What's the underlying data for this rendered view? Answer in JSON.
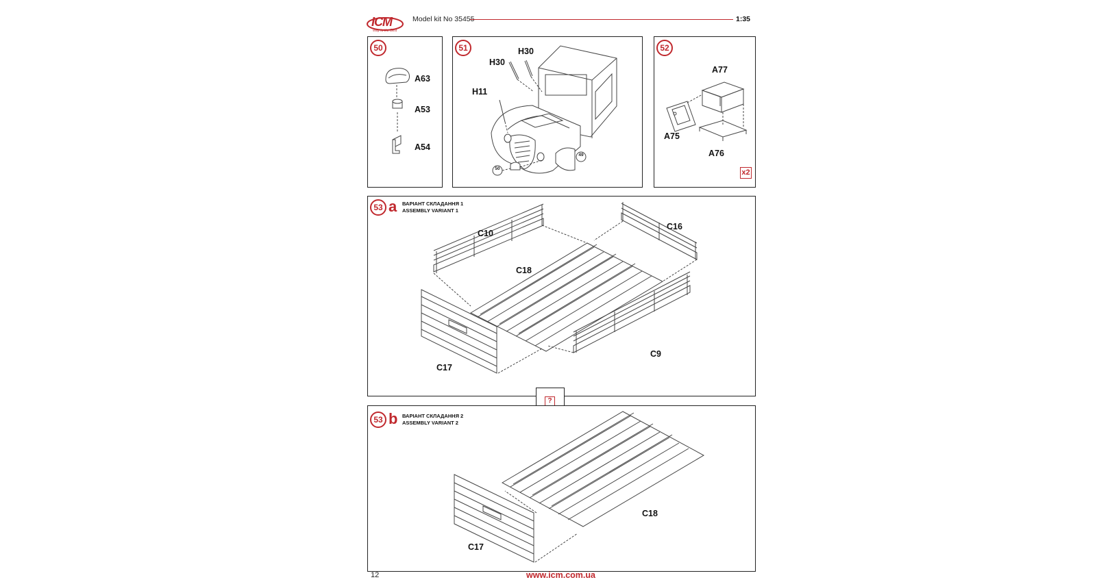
{
  "header": {
    "brand": "ICM",
    "tagline": "Way to the Best",
    "model_label": "Model kit No 35455",
    "scale": "1:35"
  },
  "step50": {
    "number": "50",
    "parts": [
      "A63",
      "A53",
      "A54"
    ]
  },
  "step51": {
    "number": "51",
    "parts": [
      "H30",
      "H30",
      "H11"
    ],
    "refs": [
      "49",
      "50"
    ]
  },
  "step52": {
    "number": "52",
    "parts": [
      "A77",
      "A75",
      "A76"
    ],
    "multiplier": "x2"
  },
  "step53a": {
    "number": "53",
    "variant_letter": "a",
    "variant_ua": "ВАРІАНТ СКЛАДАННЯ 1",
    "variant_en": "ASSEMBLY VARIANT 1",
    "parts": [
      "C10",
      "C16",
      "C18",
      "C9",
      "C17"
    ]
  },
  "choice_box": "?",
  "step53b": {
    "number": "53",
    "variant_letter": "b",
    "variant_ua": "ВАРІАНТ СКЛАДАННЯ 2",
    "variant_en": "ASSEMBLY VARIANT 2",
    "parts": [
      "C18",
      "C17"
    ]
  },
  "footer": {
    "page_number": "12",
    "website": "www.icm.com.ua"
  },
  "colors": {
    "accent": "#c0282d",
    "line": "#222222"
  }
}
